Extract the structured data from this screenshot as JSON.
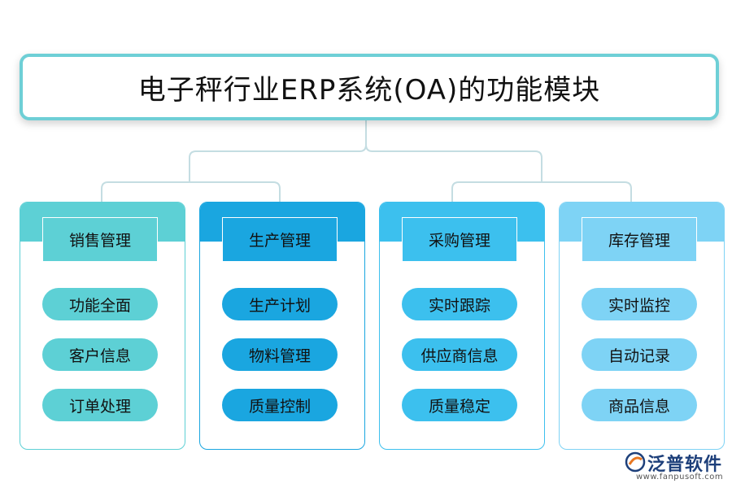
{
  "title": "电子秤行业ERP系统(OA)的功能模块",
  "modules": [
    {
      "header": "销售管理",
      "items": [
        "功能全面",
        "客户信息",
        "订单处理"
      ],
      "color": "#5dd0d5"
    },
    {
      "header": "生产管理",
      "items": [
        "生产计划",
        "物料管理",
        "质量控制"
      ],
      "color": "#1aa6e0"
    },
    {
      "header": "采购管理",
      "items": [
        "实时跟踪",
        "供应商信息",
        "质量稳定"
      ],
      "color": "#3cc0ee"
    },
    {
      "header": "库存管理",
      "items": [
        "实时监控",
        "自动记录",
        "商品信息"
      ],
      "color": "#7ed3f5"
    }
  ],
  "colors": {
    "title_border": "#6ecfd6",
    "connector": "#c4dde2",
    "logo_text": "#1d3f7a",
    "logo_accent": "#e87722"
  },
  "logo": {
    "name": "泛普软件",
    "url": "www.fanpusoft.com"
  }
}
